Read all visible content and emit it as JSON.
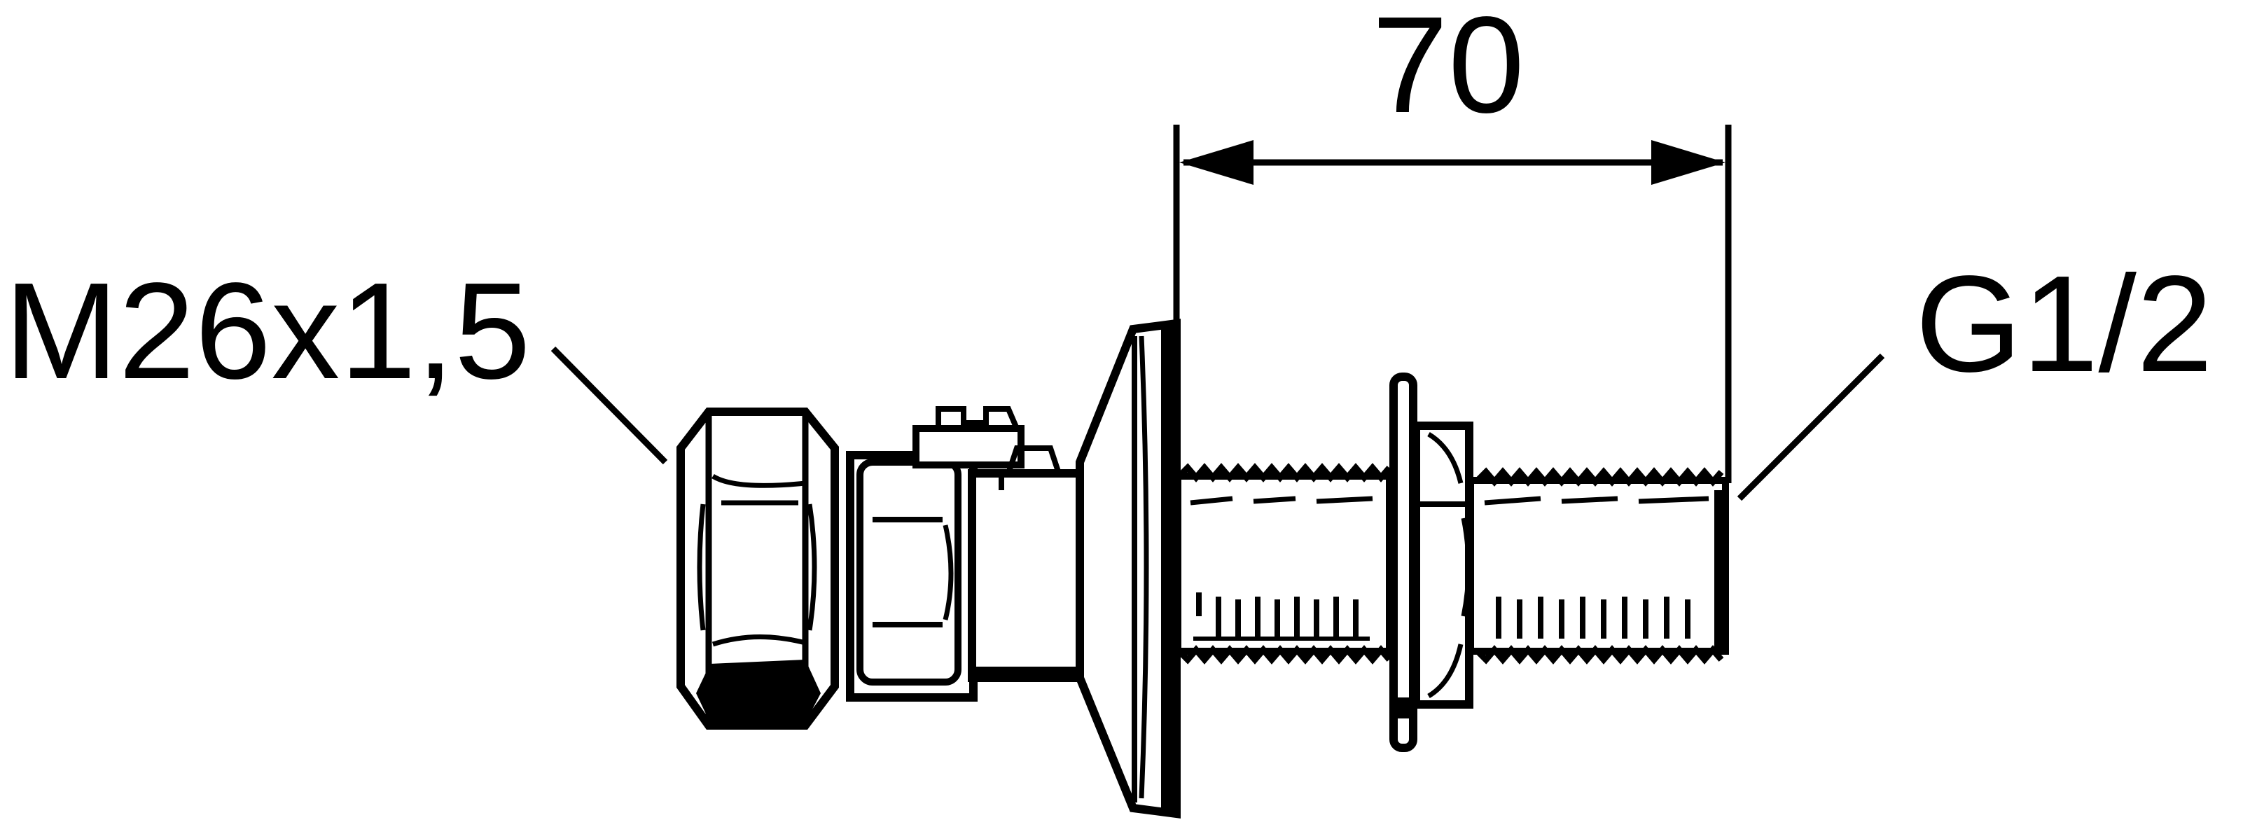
{
  "labels": {
    "thread_left": "M26x1,5",
    "thread_right": "G1/2",
    "dimension_length": "70"
  },
  "colors": {
    "ink": "#000000",
    "background": "#ffffff"
  }
}
